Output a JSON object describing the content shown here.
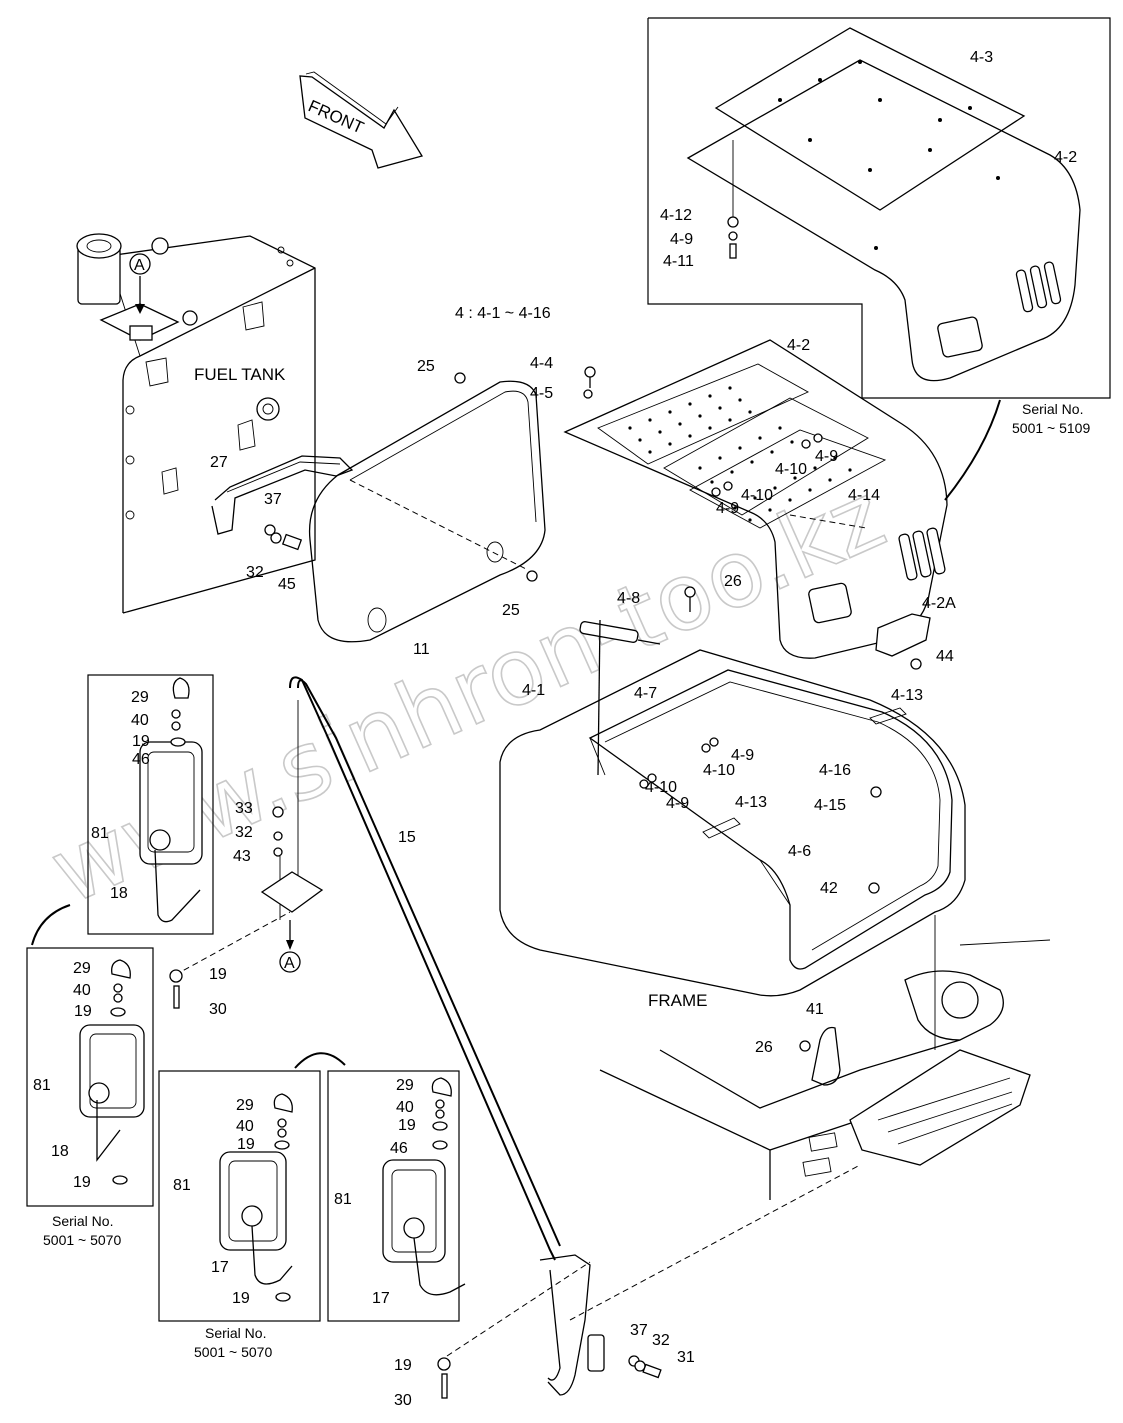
{
  "diagram": {
    "front_label": "FRONT",
    "fuel_tank_label": "FUEL TANK",
    "frame_label": "FRAME",
    "group_label": "4 : 4-1 ~ 4-16",
    "view_marker": "A",
    "watermark": "www.sinhron-too.kz",
    "serial_boxes": [
      {
        "title": "Serial No.",
        "range": "5001 ~ 5109"
      },
      {
        "title": "Serial No.",
        "range": "5001 ~ 5070"
      },
      {
        "title": "Serial No.",
        "range": "5001 ~ 5070"
      }
    ],
    "part_labels": {
      "p4_3": "4-3",
      "p4_2_top": "4-2",
      "p4_12": "4-12",
      "p4_9_top": "4-9",
      "p4_11": "4-11",
      "p4_2": "4-2",
      "p4_4": "4-4",
      "p4_5": "4-5",
      "p4_10_a": "4-10",
      "p4_9_a": "4-9",
      "p4_10_b": "4-10",
      "p4_9_b": "4-9",
      "p4_14": "4-14",
      "p4_2A": "4-2A",
      "p44": "44",
      "p26_a": "26",
      "p4_8": "4-8",
      "p4_1": "4-1",
      "p4_7": "4-7",
      "p4_13_a": "4-13",
      "p4_9_c": "4-9",
      "p4_10_c": "4-10",
      "p4_16": "4-16",
      "p4_15": "4-15",
      "p4_10_d": "4-10",
      "p4_9_d": "4-9",
      "p4_13_b": "4-13",
      "p4_6": "4-6",
      "p42": "42",
      "p25_a": "25",
      "p25_b": "25",
      "p27": "27",
      "p37_a": "37",
      "p32_a": "32",
      "p45": "45",
      "p11": "11",
      "p29_a": "29",
      "p40_a": "40",
      "p19_a": "19",
      "p46_a": "46",
      "p81_a": "81",
      "p18_a": "18",
      "p33": "33",
      "p32_b": "32",
      "p43": "43",
      "p15": "15",
      "p19_b": "19",
      "p30_a": "30",
      "p29_b": "29",
      "p40_b": "40",
      "p19_c": "19",
      "p81_b": "81",
      "p18_b": "18",
      "p19_d": "19",
      "p29_c": "29",
      "p40_c": "40",
      "p19_e": "19",
      "p81_c": "81",
      "p17_a": "17",
      "p19_f": "19",
      "p29_d": "29",
      "p40_d": "40",
      "p19_g": "19",
      "p46_b": "46",
      "p81_d": "81",
      "p17_b": "17",
      "p41": "41",
      "p26_b": "26",
      "p19_h": "19",
      "p30_b": "30",
      "p37_b": "37",
      "p32_c": "32",
      "p31": "31"
    }
  }
}
